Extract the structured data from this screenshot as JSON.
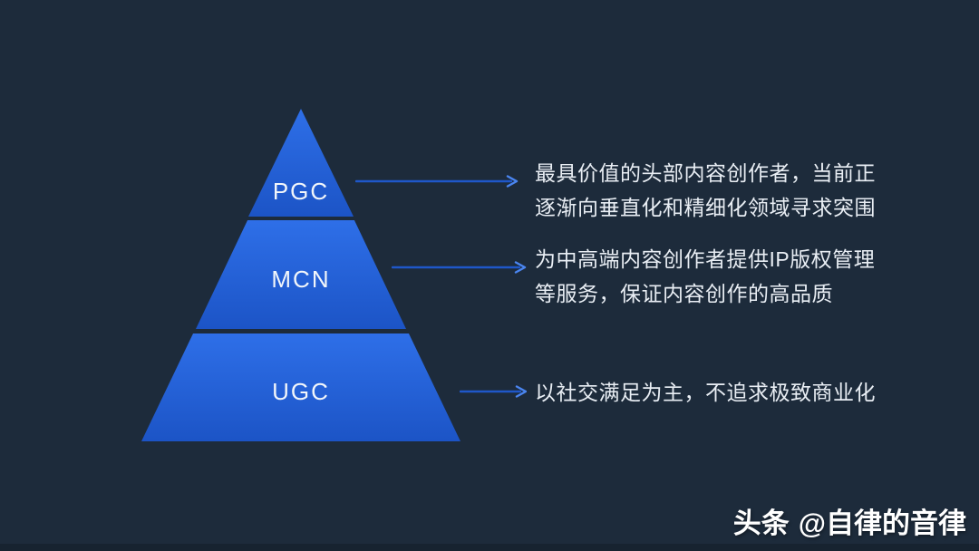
{
  "colors": {
    "background": "#1D2B3B",
    "tier_gradient_top": "#2E6FE8",
    "tier_gradient_bottom": "#1C54C6",
    "arrow_line": "#1F57C9",
    "arrow_head": "#4A85F0",
    "description_text": "#E9EEF4",
    "tier_label_text": "#F2F6FA",
    "watermark_text": "#FFFFFF"
  },
  "pyramid": {
    "tiers": [
      {
        "id": "pgc",
        "label": "PGC",
        "description": "最具价值的头部内容创作者，当前正逐渐向垂直化和精细化领域寻求突围",
        "description_lines": [
          "最具价值的头部内容创作者，当前正",
          "逐渐向垂直化和精细化领域寻求突围"
        ]
      },
      {
        "id": "mcn",
        "label": "MCN",
        "description": "为中高端内容创作者提供IP版权管理等服务，保证内容创作的高品质",
        "description_lines": [
          "为中高端内容创作者提供IP版权管理",
          "等服务，保证内容创作的高品质"
        ]
      },
      {
        "id": "ugc",
        "label": "UGC",
        "description": "以社交满足为主，不追求极致商业化",
        "description_lines": [
          "以社交满足为主，不追求极致商业化"
        ]
      }
    ]
  },
  "watermark": {
    "brand": "头条",
    "handle": "@自律的音律"
  }
}
